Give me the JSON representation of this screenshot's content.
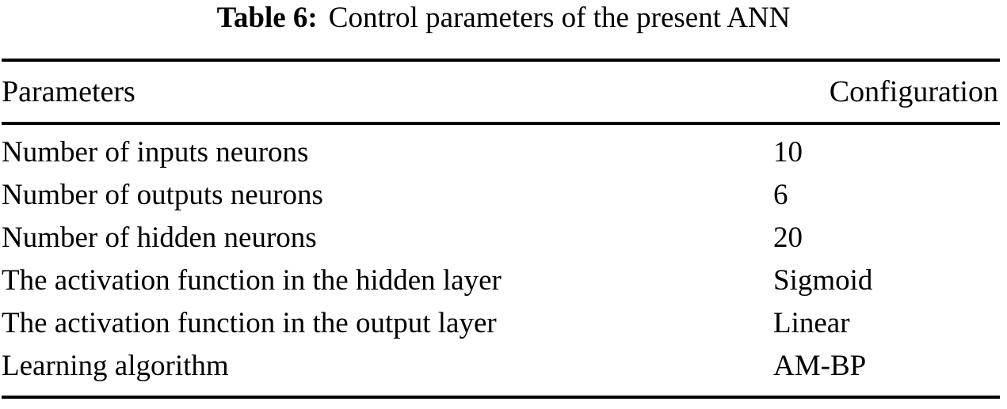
{
  "caption": {
    "label": "Table 6:",
    "text": "Control parameters of the present ANN"
  },
  "table": {
    "columns": [
      {
        "header": "Parameters",
        "align": "left"
      },
      {
        "header": "Configuration",
        "align": "right"
      }
    ],
    "rows": [
      {
        "parameter": "Number of inputs neurons",
        "configuration": "10"
      },
      {
        "parameter": "Number of outputs neurons",
        "configuration": "6"
      },
      {
        "parameter": "Number of hidden neurons",
        "configuration": "20"
      },
      {
        "parameter": "The activation function in the hidden layer",
        "configuration": "Sigmoid"
      },
      {
        "parameter": "The activation function in the output layer",
        "configuration": "Linear"
      },
      {
        "parameter": "Learning algorithm",
        "configuration": "AM-BP"
      }
    ]
  },
  "style": {
    "background": "#ffffff",
    "text_color": "#000000",
    "rule_color": "#000000"
  }
}
